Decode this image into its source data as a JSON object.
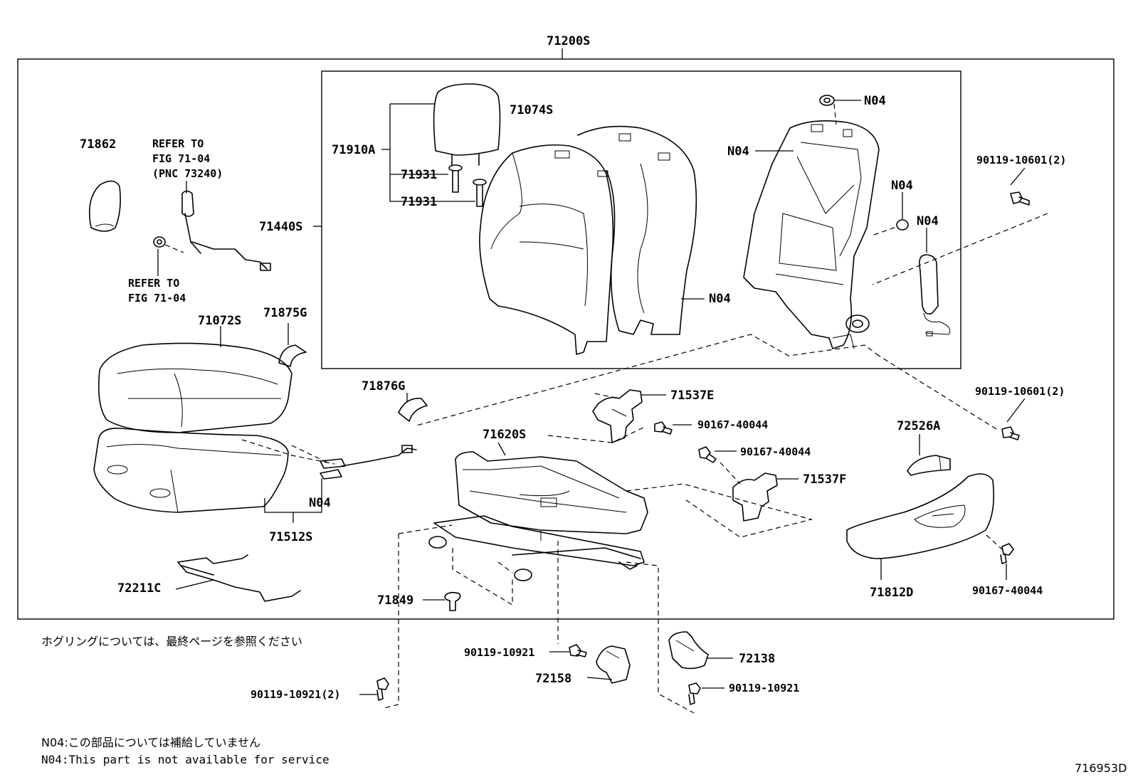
{
  "labels": {
    "assembly": "71200S",
    "headrest": "71910A",
    "headrest_pin_upper": "71931",
    "headrest_pin_lower": "71931",
    "back_cover": "71074S",
    "back_assembly": "71440S",
    "back_frame_nut_top": "N04",
    "back_frame_side": "N04",
    "back_frame_nut_mid": "N04",
    "back_frame_nut_right": "N04",
    "back_pad_n04": "N04",
    "bolt_back_upper": "90119-10601(2)",
    "bolt_back_lower": "90119-10601(2)",
    "cap_71862": "71862",
    "refer_top_line1": "REFER TO",
    "refer_top_line2": "FIG 71-04",
    "refer_top_line3": "(PNC 73240)",
    "refer_bottom_line1": "REFER TO",
    "refer_bottom_line2": "FIG 71-04",
    "cushion_cover": "71072S",
    "guide_71875g": "71875G",
    "guide_71876g": "71876G",
    "cushion_pad_n04": "N04",
    "cushion_pad": "71512S",
    "wire_72211c": "72211C",
    "adjuster": "71620S",
    "bracket_e": "71537E",
    "bolt_e": "90167-40044",
    "bolt_f": "90167-40044",
    "bracket_f": "71537F",
    "knob": "72526A",
    "shield": "71812D",
    "bolt_shield": "90167-40044",
    "pin_71849": "71849",
    "bolt_cover_left": "90119-10921",
    "cover_72158": "72158",
    "cover_72138": "72138",
    "bolt_cover_right": "90119-10921",
    "bolt_rail": "90119-10921(2)"
  },
  "notes": {
    "hog_ring": "ホグリングについては、最終ページを参照ください",
    "n04_jp": "N04:この部品については補給していません",
    "n04_en": "N04:This part is not available for service",
    "figure_id": "716953D"
  },
  "colors": {
    "line": "#000000",
    "background": "#ffffff"
  }
}
